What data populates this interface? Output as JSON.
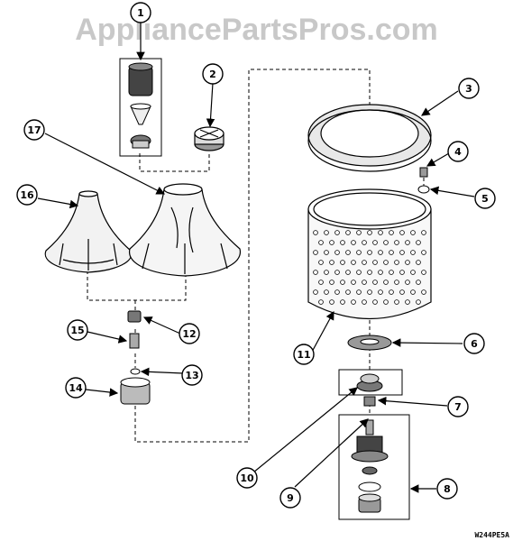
{
  "watermark": "AppliancePartsPros.com",
  "diagram_code": "W244PE5A",
  "callouts": [
    "1",
    "2",
    "3",
    "4",
    "5",
    "6",
    "7",
    "8",
    "9",
    "10",
    "11",
    "12",
    "13",
    "14",
    "15",
    "16",
    "17"
  ]
}
